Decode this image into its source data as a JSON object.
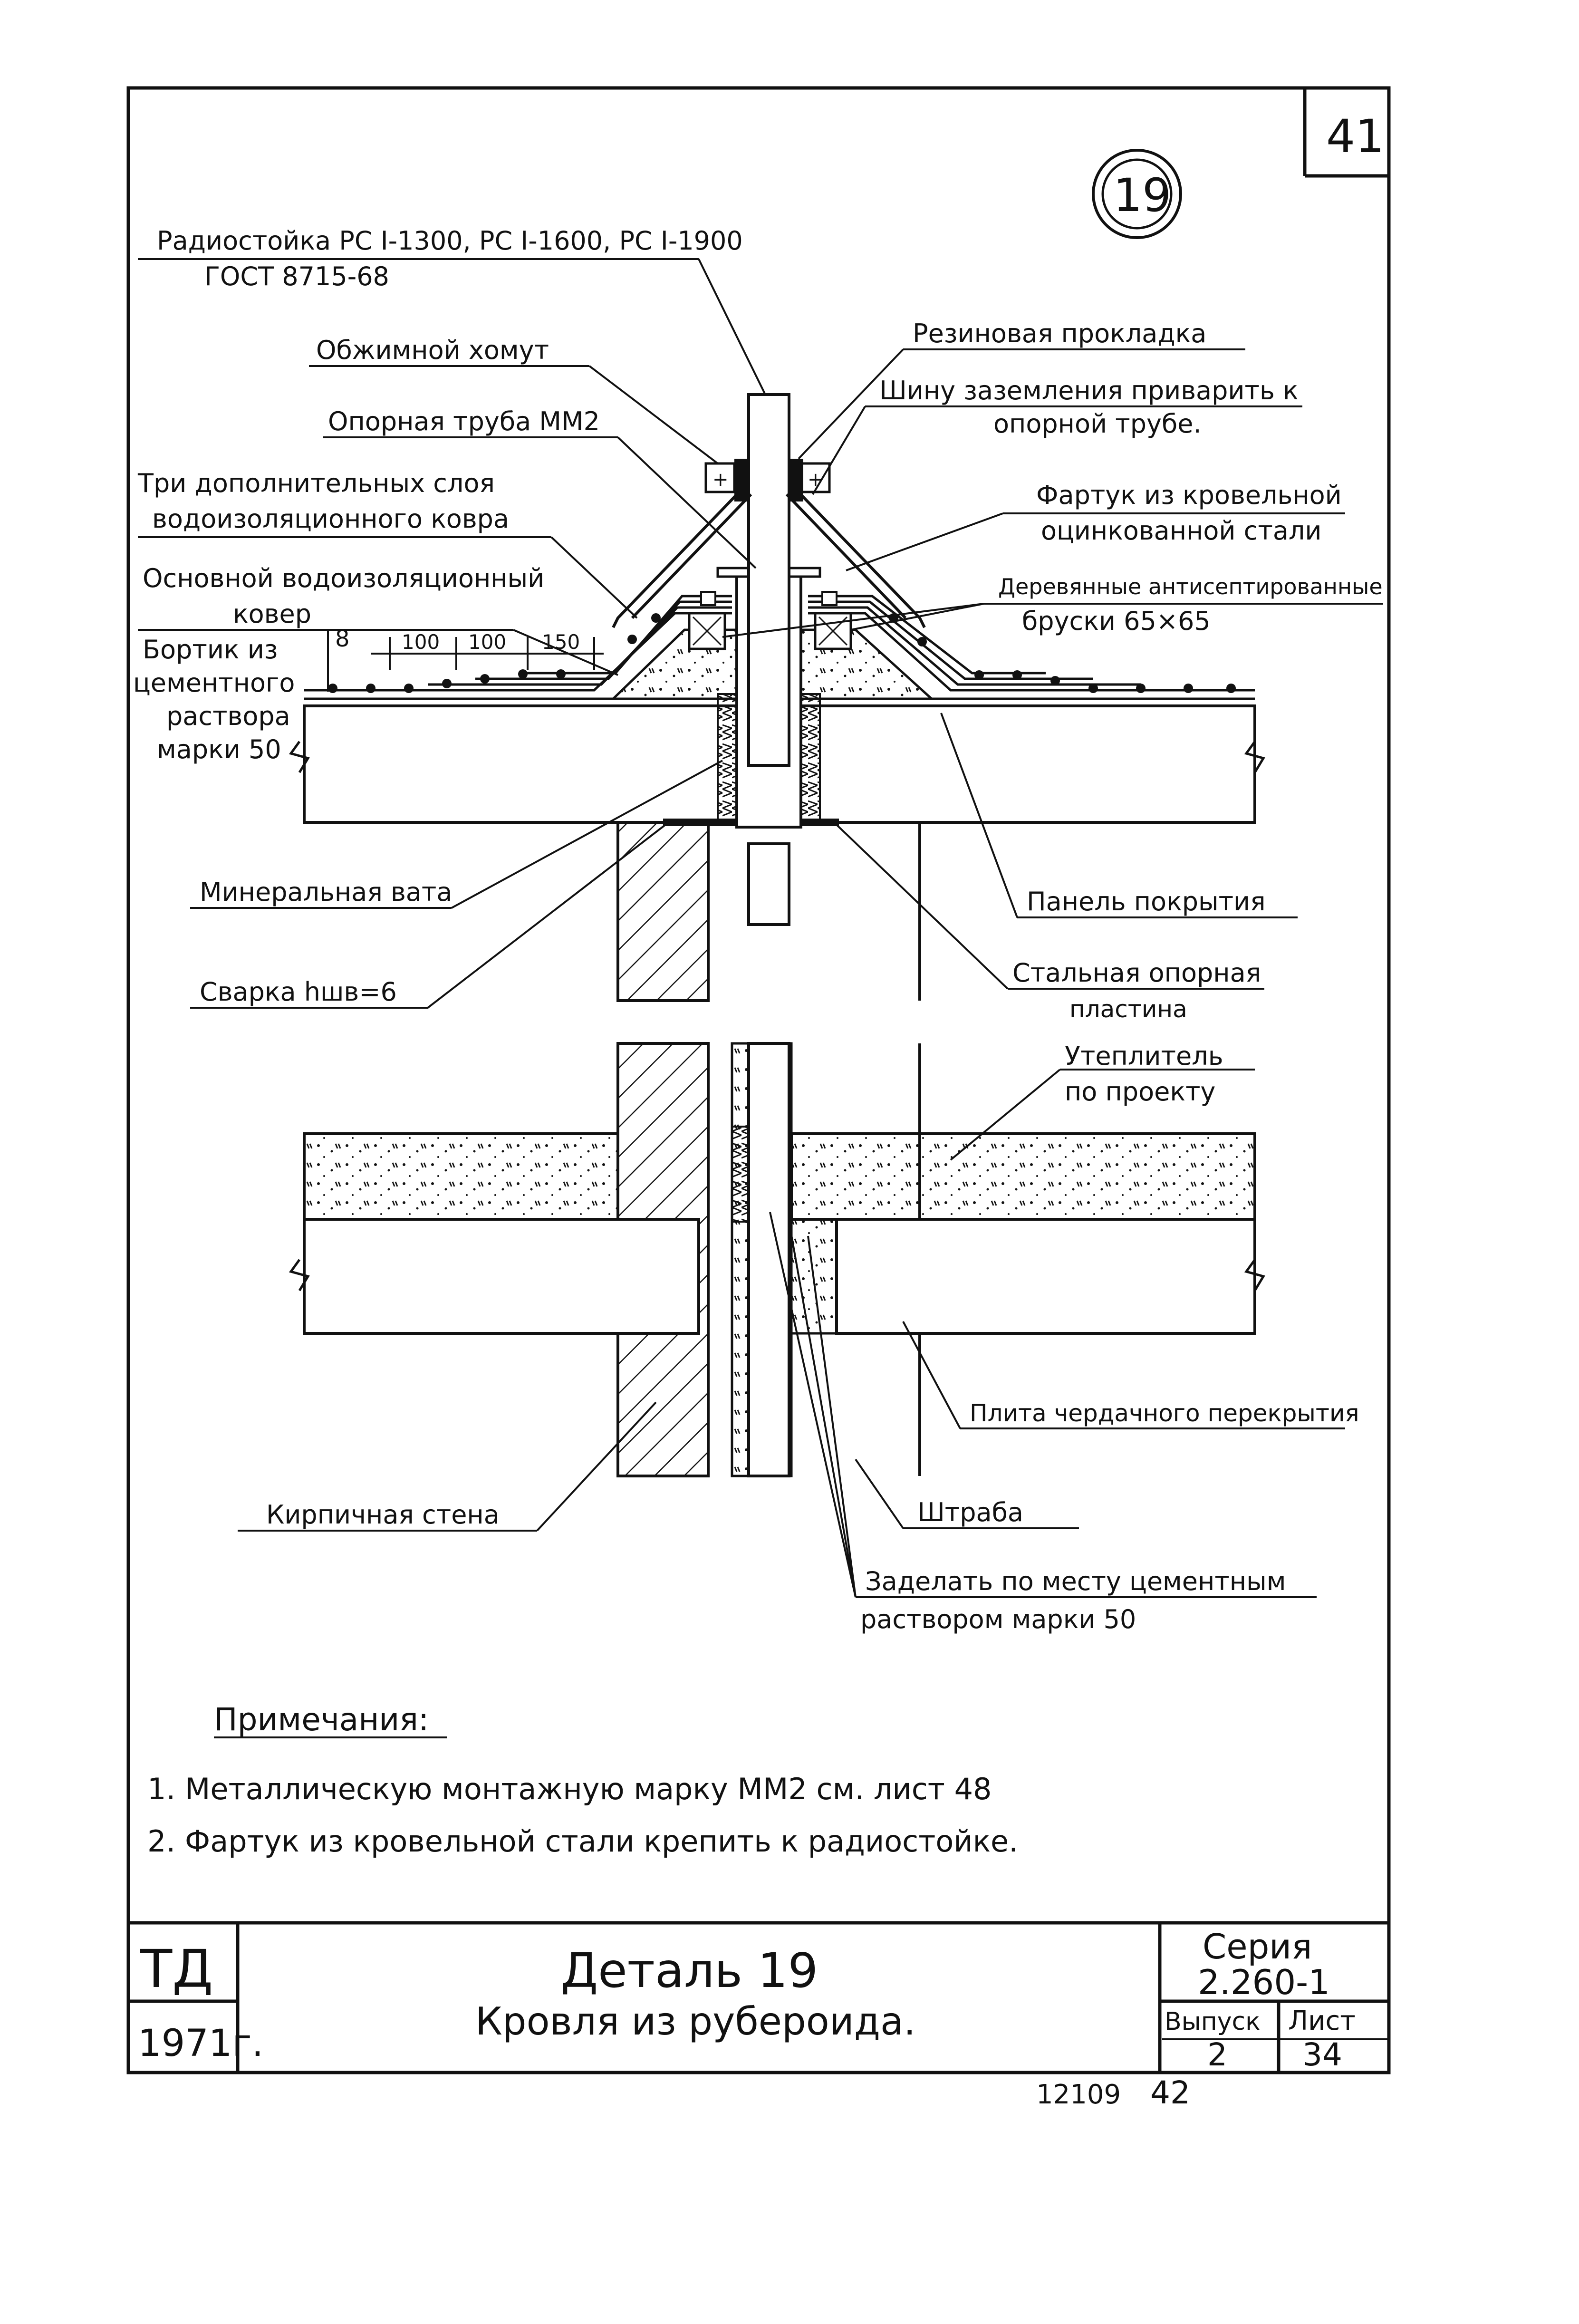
{
  "page": {
    "sheet_number": "41",
    "detail_circle": "19"
  },
  "labels": {
    "radio_mast_1": "Радиостойка РС I-1300, РС I-1600, РС I-1900",
    "radio_mast_2": "ГОСТ 8715-68",
    "clamp": "Обжимной хомут",
    "rubber_gasket": "Резиновая прокладка",
    "support_pipe": "Опорная труба ММ2",
    "ground_bus_1": "Шину заземления приварить к",
    "ground_bus_2": "опорной трубе.",
    "three_layers_1": "Три дополнительных слоя",
    "three_layers_2": "водоизоляционного ковра",
    "apron_1": "Фартук из кровельной",
    "apron_2": "оцинкованной стали",
    "main_carpet_1": "Основной водоизоляционный",
    "main_carpet_2": "ковер",
    "wood_bars_1": "Деревянные антисептированные",
    "wood_bars_2": "бруски  65×65",
    "curb_1": "Бортик из",
    "curb_2": "цементного",
    "curb_3": "раствора",
    "curb_4": "марки 50",
    "mineral_wool": "Минеральная вата",
    "roof_panel": "Панель покрытия",
    "welding": "Сварка hшв=6",
    "steel_plate_1": "Стальная опорная",
    "steel_plate_2": "пластина",
    "insulation_1": "Утеплитель",
    "insulation_2": "по проекту",
    "attic_slab": "Плита чердачного перекрытия",
    "brick_wall": "Кирпичная стена",
    "chase": "Штраба",
    "seal_1": "Заделать по месту цементным",
    "seal_2": "раствором марки 50",
    "dim_8": "8",
    "dim_100a": "100",
    "dim_100b": "100",
    "dim_150": "150"
  },
  "notes": {
    "heading": "Примечания:",
    "item1": "1. Металлическую монтажную марку ММ2  см. лист 48",
    "item2": "2. Фартук  из кровельной стали крепить к радиостойке."
  },
  "title_block": {
    "td": "ТД",
    "year": "1971г.",
    "detail_title": "Деталь 19",
    "detail_subtitle": "Кровля из рубероида.",
    "series_label": "Серия",
    "series_value": "2.260-1",
    "issue_label": "Выпуск",
    "issue_value": "2",
    "sheet_label": "Лист",
    "sheet_value": "34"
  },
  "footer": {
    "code": "12109",
    "page": "42"
  }
}
